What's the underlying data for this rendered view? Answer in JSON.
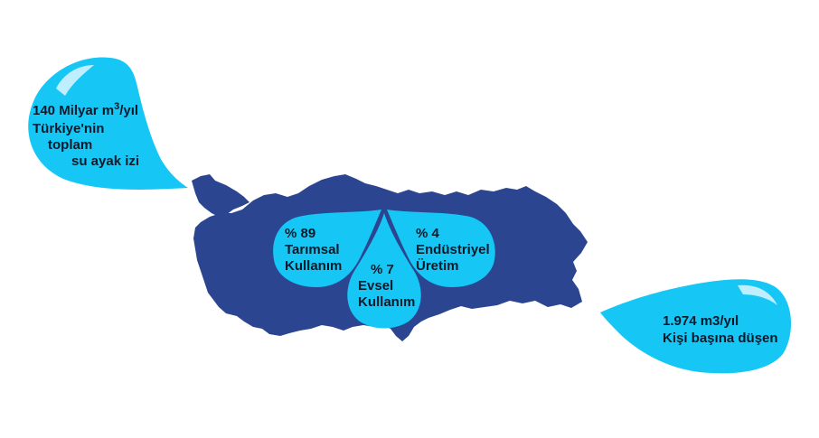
{
  "colors": {
    "map": "#2b4590",
    "drop": "#16c7f5",
    "drop_dark": "#0aa9dc",
    "highlight": "#bfefff",
    "text": "#0b1a2b"
  },
  "footprint": {
    "value": "140 Milyar m",
    "sup": "3",
    "unit": "/yıl",
    "line2": "Türkiye'nin",
    "line3": "toplam",
    "line4": "su ayak izi"
  },
  "per_capita": {
    "value": "1.974 m3/yıl",
    "line2": "Kişi başına düşen"
  },
  "usage": {
    "agriculture": {
      "percent": "% 89",
      "line1": "Tarımsal",
      "line2": "Kullanım"
    },
    "industry": {
      "percent": "% 4",
      "line1": "Endüstriyel",
      "line2": "Üretim"
    },
    "domestic": {
      "percent": "% 7",
      "line1": "Evsel",
      "line2": "Kullanım"
    }
  }
}
